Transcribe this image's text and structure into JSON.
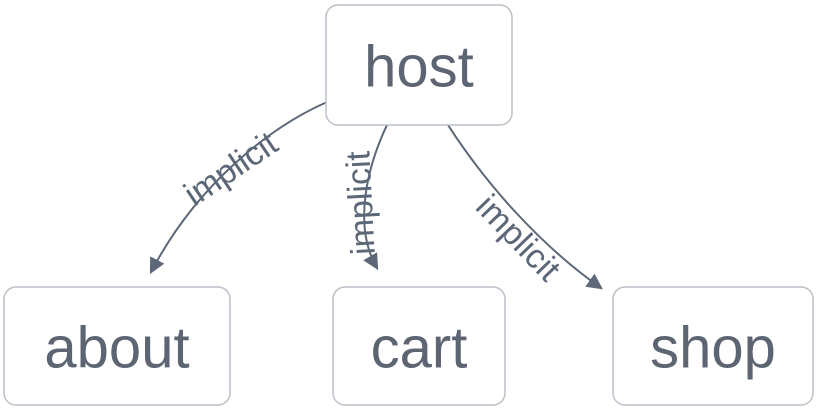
{
  "diagram": {
    "type": "graph",
    "direction": "top-down",
    "nodes": [
      {
        "id": "host",
        "label": "host"
      },
      {
        "id": "about",
        "label": "about"
      },
      {
        "id": "cart",
        "label": "cart"
      },
      {
        "id": "shop",
        "label": "shop"
      }
    ],
    "edges": [
      {
        "from": "host",
        "to": "about",
        "label": "implicit",
        "arrow": "to"
      },
      {
        "from": "host",
        "to": "cart",
        "label": "implicit",
        "arrow": "to"
      },
      {
        "from": "host",
        "to": "shop",
        "label": "implicit",
        "arrow": "to"
      }
    ],
    "colors": {
      "background": "#ffffff",
      "node_fill": "#ffffff",
      "node_border": "#bcc1c9",
      "node_text": "#5d6573",
      "edge": "#5c6877",
      "edge_label": "#5c6877"
    }
  }
}
